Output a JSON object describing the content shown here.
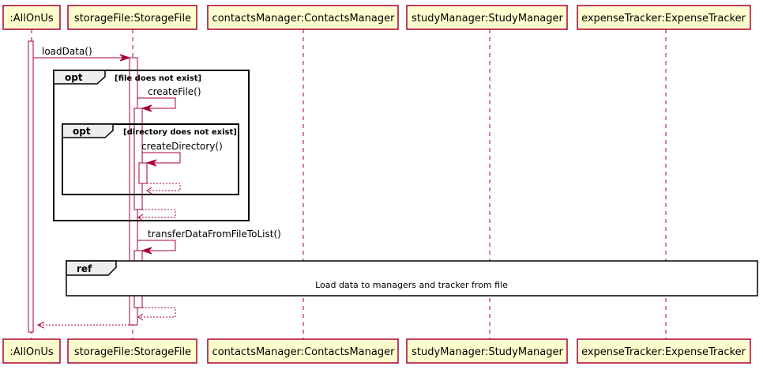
{
  "participants": [
    {
      "id": "allonus",
      "label": ":AllOnUs"
    },
    {
      "id": "storage",
      "label": "storageFile:StorageFile"
    },
    {
      "id": "contacts",
      "label": "contactsManager:ContactsManager"
    },
    {
      "id": "study",
      "label": "studyManager:StudyManager"
    },
    {
      "id": "expense",
      "label": "expenseTracker:ExpenseTracker"
    }
  ],
  "messages": [
    {
      "id": "load-data",
      "label": "loadData()"
    },
    {
      "id": "create-file",
      "label": "createFile()"
    },
    {
      "id": "create-directory",
      "label": "createDirectory()"
    },
    {
      "id": "transfer-data",
      "label": "transferDataFromFileToList()"
    }
  ],
  "fragments": {
    "outer_opt": {
      "keyword": "opt",
      "guard": "[file does not exist]"
    },
    "inner_opt": {
      "keyword": "opt",
      "guard": "[directory does not exist]"
    },
    "ref": {
      "keyword": "ref",
      "text": "Load data to managers and tracker from file"
    }
  },
  "colors": {
    "participant_fill": "#FEFECE",
    "line": "#A80036",
    "frame_tab": "#EEEEEE"
  }
}
